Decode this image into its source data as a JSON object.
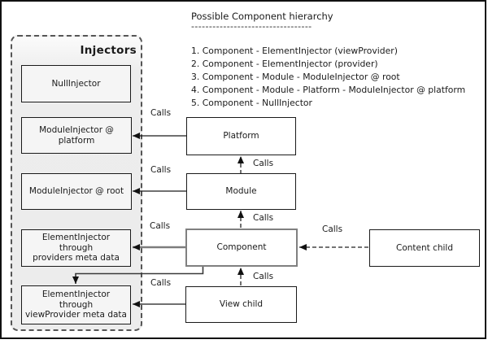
{
  "labels": {
    "calls": "Calls"
  },
  "hierarchy": {
    "title": "Possible Component hierarchy",
    "underline": "----------------------------------",
    "items": [
      "1. Component - ElementInjector (viewProvider)",
      "2. Component - ElementInjector (provider)",
      "3. Component - Module - ModuleInjector @ root",
      "4. Component - Module - Platform - ModuleInjector @ platform",
      "5. Component - NullInjector"
    ]
  },
  "injectors_panel": {
    "title": "Injectors",
    "boxes": [
      {
        "label": "NullInjector"
      },
      {
        "label": "ModuleInjector @ platform"
      },
      {
        "label": "ModuleInjector @ root"
      },
      {
        "label": "ElementInjector\nthrough\nproviders meta data"
      },
      {
        "label": "ElementInjector\nthrough\nviewProvider meta data"
      }
    ]
  },
  "nodes": {
    "platform": "Platform",
    "module": "Module",
    "component": "Component",
    "view_child": "View child",
    "content_child": "Content child"
  },
  "colors": {
    "panel_bg": "#ececec",
    "injector_box_bg": "#f5f5f5",
    "node_border": "#1a1a1a",
    "component_border": "#808080",
    "line": "#1a1a1a"
  }
}
